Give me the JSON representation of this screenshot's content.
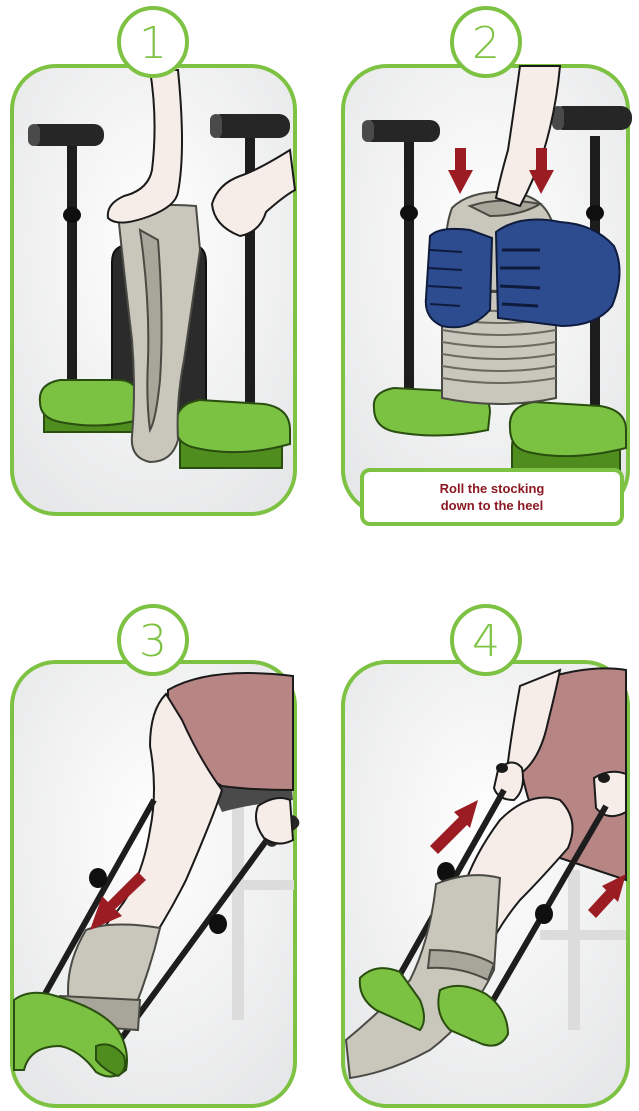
{
  "steps": [
    {
      "number": "1"
    },
    {
      "number": "2",
      "caption_line1": "Roll the stocking",
      "caption_line2": "down to the heel"
    },
    {
      "number": "3"
    },
    {
      "number": "4"
    }
  ],
  "colors": {
    "frame_green": "#7dc242",
    "caption_text": "#8b1a24",
    "arrow_red": "#9b1c22",
    "glove_blue": "#2d4c8f",
    "device_green": "#7cc242"
  },
  "icons": [
    "down-arrow-icon",
    "up-arrow-icon"
  ]
}
